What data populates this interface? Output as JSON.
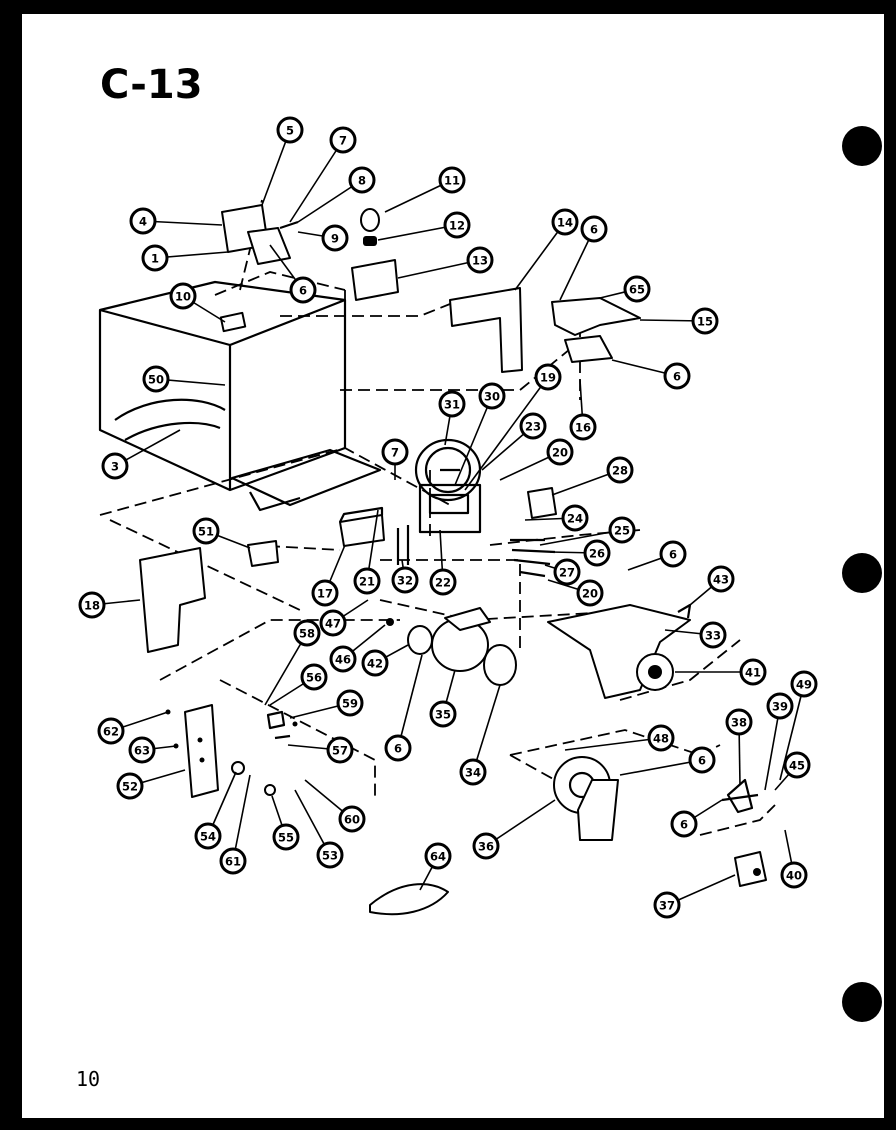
{
  "page": {
    "title": "C-13",
    "page_number": "10",
    "background": "#ffffff",
    "ink": "#000000"
  },
  "callouts": [
    {
      "id": "c5",
      "label": "5"
    },
    {
      "id": "c7a",
      "label": "7"
    },
    {
      "id": "c8",
      "label": "8"
    },
    {
      "id": "c11",
      "label": "11"
    },
    {
      "id": "c4",
      "label": "4"
    },
    {
      "id": "c9",
      "label": "9"
    },
    {
      "id": "c12",
      "label": "12"
    },
    {
      "id": "c1",
      "label": "1"
    },
    {
      "id": "c6a",
      "label": "6"
    },
    {
      "id": "c13",
      "label": "13"
    },
    {
      "id": "c14",
      "label": "14"
    },
    {
      "id": "c6b",
      "label": "6"
    },
    {
      "id": "c65",
      "label": "65"
    },
    {
      "id": "c15",
      "label": "15"
    },
    {
      "id": "c10",
      "label": "10"
    },
    {
      "id": "c6c",
      "label": "6"
    },
    {
      "id": "c50",
      "label": "50"
    },
    {
      "id": "c19",
      "label": "19"
    },
    {
      "id": "c31",
      "label": "31"
    },
    {
      "id": "c30",
      "label": "30"
    },
    {
      "id": "c16",
      "label": "16"
    },
    {
      "id": "c23",
      "label": "23"
    },
    {
      "id": "c3",
      "label": "3"
    },
    {
      "id": "c7b",
      "label": "7"
    },
    {
      "id": "c20a",
      "label": "20"
    },
    {
      "id": "c28",
      "label": "28"
    },
    {
      "id": "c24",
      "label": "24"
    },
    {
      "id": "c51",
      "label": "51"
    },
    {
      "id": "c25",
      "label": "25"
    },
    {
      "id": "c26",
      "label": "26"
    },
    {
      "id": "c6d",
      "label": "6"
    },
    {
      "id": "c27",
      "label": "27"
    },
    {
      "id": "c21",
      "label": "21"
    },
    {
      "id": "c32",
      "label": "32"
    },
    {
      "id": "c22",
      "label": "22"
    },
    {
      "id": "c43",
      "label": "43"
    },
    {
      "id": "c18",
      "label": "18"
    },
    {
      "id": "c17",
      "label": "17"
    },
    {
      "id": "c20b",
      "label": "20"
    },
    {
      "id": "c47",
      "label": "47"
    },
    {
      "id": "c33",
      "label": "33"
    },
    {
      "id": "c58",
      "label": "58"
    },
    {
      "id": "c46",
      "label": "46"
    },
    {
      "id": "c42",
      "label": "42"
    },
    {
      "id": "c41",
      "label": "41"
    },
    {
      "id": "c56",
      "label": "56"
    },
    {
      "id": "c49",
      "label": "49"
    },
    {
      "id": "c59",
      "label": "59"
    },
    {
      "id": "c35",
      "label": "35"
    },
    {
      "id": "c38",
      "label": "38"
    },
    {
      "id": "c39",
      "label": "39"
    },
    {
      "id": "c62",
      "label": "62"
    },
    {
      "id": "c48",
      "label": "48"
    },
    {
      "id": "c63",
      "label": "63"
    },
    {
      "id": "c57",
      "label": "57"
    },
    {
      "id": "c6e",
      "label": "6"
    },
    {
      "id": "c6f",
      "label": "6"
    },
    {
      "id": "c45",
      "label": "45"
    },
    {
      "id": "c52",
      "label": "52"
    },
    {
      "id": "c34",
      "label": "34"
    },
    {
      "id": "c60",
      "label": "60"
    },
    {
      "id": "c6g",
      "label": "6"
    },
    {
      "id": "c54",
      "label": "54"
    },
    {
      "id": "c55",
      "label": "55"
    },
    {
      "id": "c36",
      "label": "36"
    },
    {
      "id": "c53",
      "label": "53"
    },
    {
      "id": "c61",
      "label": "61"
    },
    {
      "id": "c64",
      "label": "64"
    },
    {
      "id": "c40",
      "label": "40"
    },
    {
      "id": "c37",
      "label": "37"
    }
  ]
}
